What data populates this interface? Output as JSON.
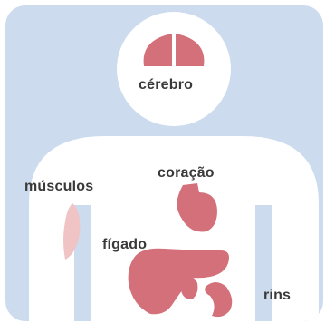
{
  "organs": {
    "brain": {
      "label": "cérebro"
    },
    "heart": {
      "label": "coração"
    },
    "muscles": {
      "label": "músculos"
    },
    "liver": {
      "label": "fígado"
    },
    "kidneys": {
      "label": "rins"
    }
  },
  "colors": {
    "background": "#ccdbee",
    "body": "#ffffff",
    "organ": "#d4707a",
    "muscle": "#f0c4c4",
    "text": "#3a3a3a"
  }
}
